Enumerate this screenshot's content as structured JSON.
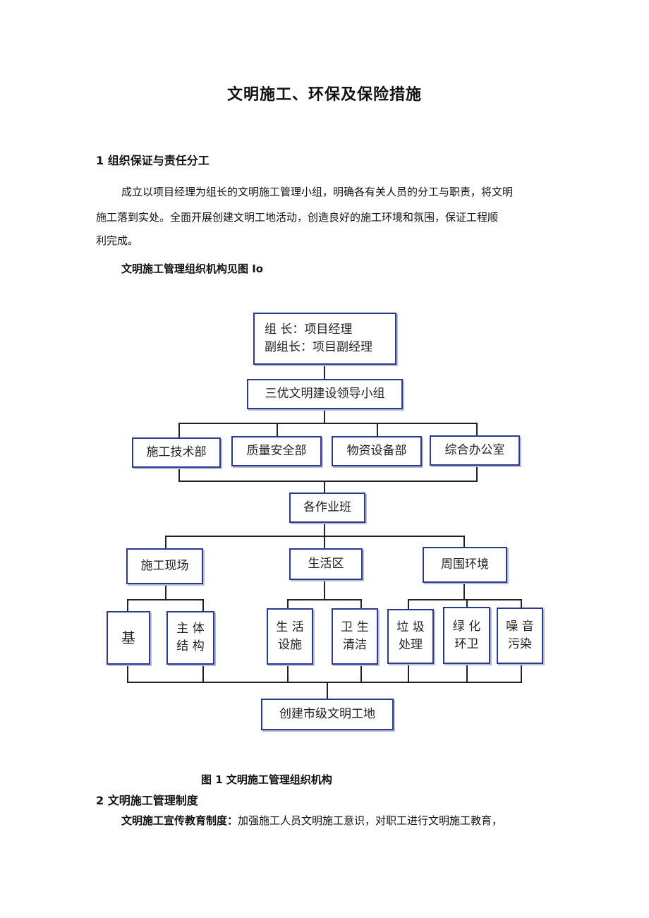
{
  "document": {
    "title": "文明施工、环保及保险措施",
    "section1": {
      "heading": "1 组织保证与责任分工",
      "paragraph_lines": [
        "成立以项目经理为组长的文明施工管理小组，明确各有关人员的分工与职责，将文明",
        "施工落到实处。全面开展创建文明工地活动，创造良好的施工环境和氛围，保证工程顺",
        "利完成。"
      ],
      "figure_ref": "文明施工管理组织机构见图 Io"
    },
    "org_chart": {
      "leader_line1": "组 长：项目经理",
      "leader_line2": "副组长：项目副经理",
      "group": "三优文明建设领导小组",
      "departments": [
        "施工技术部",
        "质量安全部",
        "物资设备部",
        "综合办公室"
      ],
      "teams": "各作业班",
      "areas": [
        "施工现场",
        "生活区",
        "周围环境"
      ],
      "site_items": [
        [
          "基"
        ],
        [
          "主 体",
          "结 构"
        ]
      ],
      "living_items": [
        [
          "生 活",
          "设施"
        ],
        [
          "卫 生",
          "清洁"
        ]
      ],
      "env_items": [
        [
          "垃 圾",
          "处理"
        ],
        [
          "绿 化",
          "环卫"
        ],
        [
          "噪 音",
          "污染"
        ]
      ],
      "goal": "创建市级文明工地"
    },
    "figure_caption": "图 1 文明施工管理组织机构",
    "section2": {
      "heading": "2 文明施工管理制度",
      "lead_bold": "文明施工宣传教育制度：",
      "lead_text": "加强施工人员文明施工意识，对职工进行文明施工教育，"
    }
  }
}
